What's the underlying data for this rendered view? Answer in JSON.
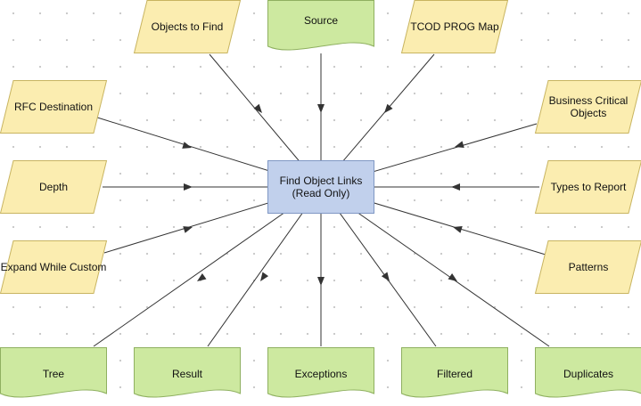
{
  "colors": {
    "param_fill": "#fbedb0",
    "param_stroke": "#c8b460",
    "doc_fill": "#cde9a0",
    "doc_stroke": "#8fb060",
    "process_fill": "#c1d0ec",
    "process_stroke": "#7f97c4",
    "edge": "#333333"
  },
  "center": {
    "label": "Find Object Links\n(Read Only)"
  },
  "inputs": [
    {
      "id": "objects-to-find",
      "label": "Objects to Find",
      "shape": "parallelogram"
    },
    {
      "id": "source",
      "label": "Source",
      "shape": "document"
    },
    {
      "id": "tcod-prog-map",
      "label": "TCOD PROG Map",
      "shape": "parallelogram"
    },
    {
      "id": "rfc-destination",
      "label": "RFC Destination",
      "shape": "parallelogram"
    },
    {
      "id": "business-critical-objects",
      "label": "Business Critical\nObjects",
      "shape": "parallelogram"
    },
    {
      "id": "depth",
      "label": "Depth",
      "shape": "parallelogram"
    },
    {
      "id": "types-to-report",
      "label": "Types to Report",
      "shape": "parallelogram"
    },
    {
      "id": "expand-while-custom",
      "label": "Expand While Custom",
      "shape": "parallelogram"
    },
    {
      "id": "patterns",
      "label": "Patterns",
      "shape": "parallelogram"
    }
  ],
  "outputs": [
    {
      "id": "tree",
      "label": "Tree",
      "shape": "document"
    },
    {
      "id": "result",
      "label": "Result",
      "shape": "document"
    },
    {
      "id": "exceptions",
      "label": "Exceptions",
      "shape": "document"
    },
    {
      "id": "filtered",
      "label": "Filtered",
      "shape": "document"
    },
    {
      "id": "duplicates",
      "label": "Duplicates",
      "shape": "document"
    }
  ]
}
